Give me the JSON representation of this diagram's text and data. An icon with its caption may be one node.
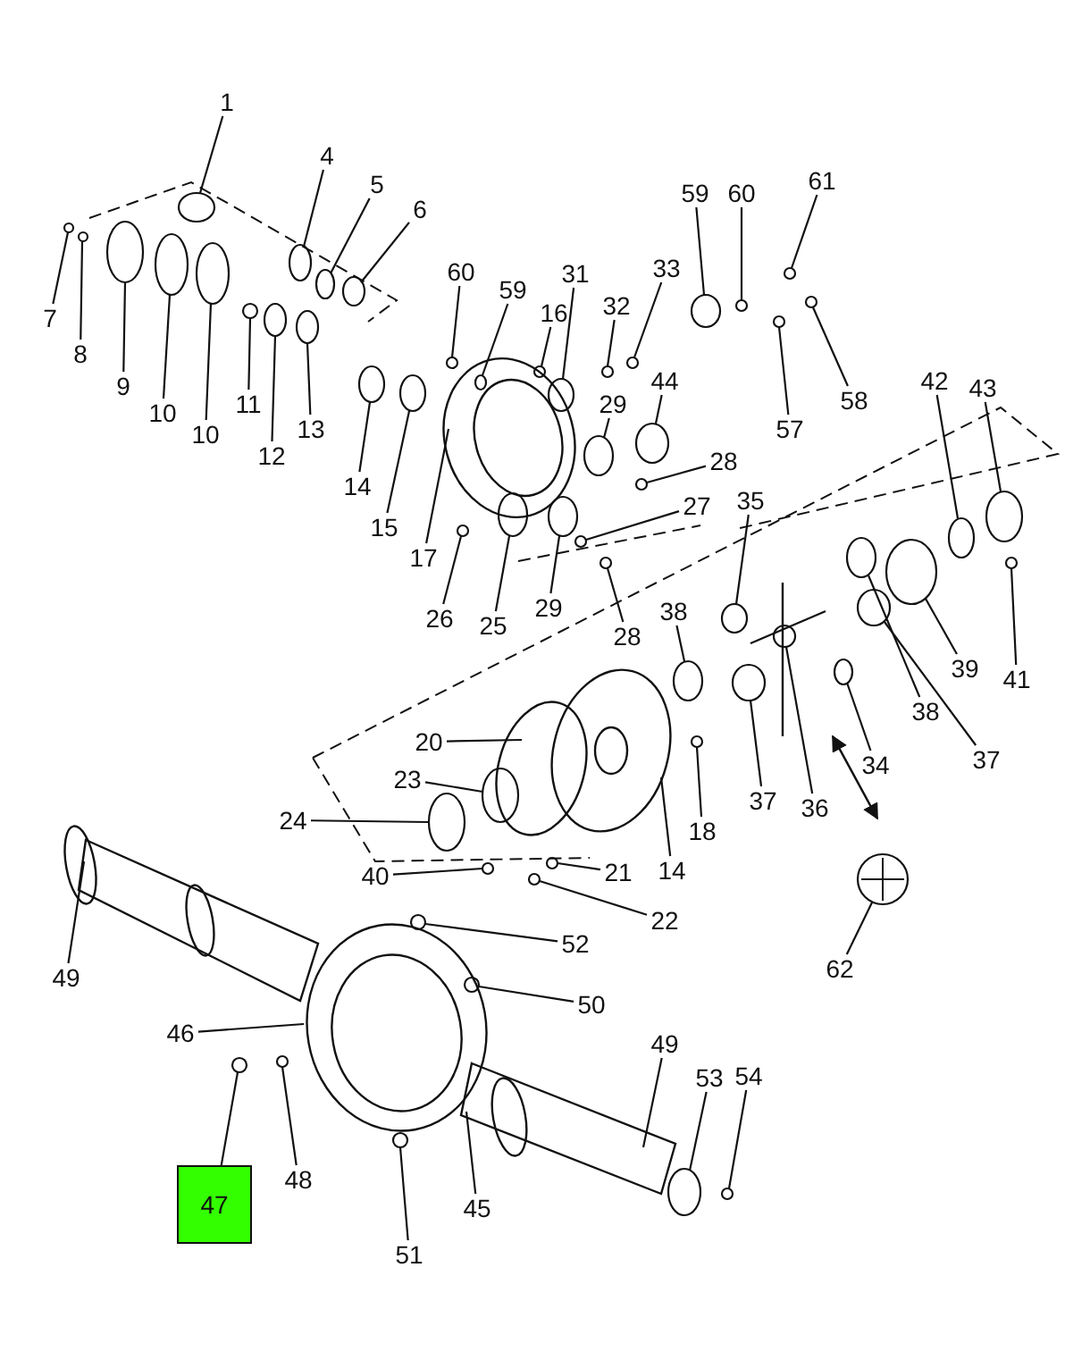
{
  "diagram": {
    "nodes": [
      {
        "text": [
          "1"
        ]
      },
      {
        "text": [
          "4"
        ]
      },
      {
        "text": [
          "5"
        ]
      },
      {
        "text": [
          "61"
        ]
      },
      {
        "text": [
          "59"
        ]
      },
      {
        "text": [
          "60"
        ]
      },
      {
        "text": [
          "6"
        ]
      },
      {
        "text": [
          "33"
        ]
      },
      {
        "text": [
          "60"
        ]
      },
      {
        "text": [
          "31"
        ]
      },
      {
        "text": [
          "59"
        ]
      },
      {
        "text": [
          "32"
        ]
      },
      {
        "text": [
          "16"
        ]
      },
      {
        "text": [
          "7"
        ]
      },
      {
        "text": [
          "8"
        ]
      },
      {
        "text": [
          "44"
        ]
      },
      {
        "text": [
          "42"
        ]
      },
      {
        "text": [
          "9"
        ]
      },
      {
        "text": [
          "43"
        ]
      },
      {
        "text": [
          "58"
        ]
      },
      {
        "text": [
          "29"
        ]
      },
      {
        "text": [
          "11"
        ]
      },
      {
        "text": [
          "10"
        ]
      },
      {
        "text": [
          "13"
        ]
      },
      {
        "text": [
          "57"
        ]
      },
      {
        "text": [
          "10"
        ]
      },
      {
        "text": [
          "12"
        ]
      },
      {
        "text": [
          "28"
        ]
      },
      {
        "text": [
          "14"
        ]
      },
      {
        "text": [
          "35"
        ]
      },
      {
        "text": [
          "27"
        ]
      },
      {
        "text": [
          "15"
        ]
      },
      {
        "text": [
          "17"
        ]
      },
      {
        "text": [
          "29"
        ]
      },
      {
        "text": [
          "38"
        ]
      },
      {
        "text": [
          "26"
        ]
      },
      {
        "text": [
          "25"
        ]
      },
      {
        "text": [
          "28"
        ]
      },
      {
        "text": [
          "39"
        ]
      },
      {
        "text": [
          "41"
        ]
      },
      {
        "text": [
          "38"
        ]
      },
      {
        "text": [
          "20"
        ]
      },
      {
        "text": [
          "37"
        ]
      },
      {
        "text": [
          "34"
        ]
      },
      {
        "text": [
          "23"
        ]
      },
      {
        "text": [
          "37"
        ]
      },
      {
        "text": [
          "36"
        ]
      },
      {
        "text": [
          "24"
        ]
      },
      {
        "text": [
          "18"
        ]
      },
      {
        "text": [
          "14"
        ]
      },
      {
        "text": [
          "21"
        ]
      },
      {
        "text": [
          "40"
        ]
      },
      {
        "text": [
          "22"
        ]
      },
      {
        "text": [
          "52"
        ]
      },
      {
        "text": [
          "62"
        ]
      },
      {
        "text": [
          "49"
        ]
      },
      {
        "text": [
          "50"
        ]
      },
      {
        "text": [
          "46"
        ]
      },
      {
        "text": [
          "49"
        ]
      },
      {
        "text": [
          "54"
        ]
      },
      {
        "text": [
          "53"
        ]
      },
      {
        "text": [
          "48"
        ]
      },
      {
        "text": [
          "47"
        ]
      },
      {
        "text": [
          "45"
        ]
      },
      {
        "text": [
          "51"
        ]
      },
      {
        "text": [],
        "shape": "circle"
      },
      {
        "text": [],
        "shape": "circle"
      },
      {
        "text": [],
        "shape": "circle"
      },
      {
        "text": [],
        "shape": "circle"
      },
      {
        "text": [],
        "shape": "circle"
      },
      {
        "text": [],
        "shape": "circle"
      },
      {
        "text": [],
        "shape": "circle"
      },
      {
        "text": [],
        "shape": "circle"
      },
      {
        "text": [],
        "shape": "circle"
      },
      {
        "text": [],
        "shape": "circle"
      },
      {
        "text": [],
        "shape": "circle"
      },
      {
        "text": [],
        "shape": "circle"
      },
      {
        "text": [],
        "shape": "circle"
      },
      {
        "text": [],
        "shape": "circle"
      },
      {
        "text": [],
        "shape": "circle"
      },
      {
        "text": [],
        "shape": "circle"
      },
      {
        "text": [],
        "shape": "circle"
      },
      {
        "text": [],
        "shape": "circle"
      },
      {
        "text": [],
        "shape": "circle"
      },
      {
        "text": [],
        "shape": "circle"
      },
      {
        "text": [],
        "shape": "circle"
      },
      {
        "text": [],
        "shape": "circle"
      },
      {
        "text": [],
        "shape": "circle"
      },
      {
        "text": [],
        "shape": "circle"
      },
      {
        "text": [],
        "shape": "circle"
      },
      {
        "text": [],
        "shape": "circle"
      },
      {
        "text": [],
        "shape": "circle"
      },
      {
        "text": [],
        "shape": "circle"
      },
      {
        "text": [],
        "shape": "circle"
      },
      {
        "text": [],
        "shape": "circle"
      },
      {
        "text": [],
        "shape": "circle"
      },
      {
        "text": [],
        "shape": "circle"
      },
      {
        "text": [],
        "shape": "circle"
      },
      {
        "text": [],
        "shape": "circle"
      },
      {
        "text": [],
        "shape": "circle"
      },
      {
        "text": [],
        "shape": "circle"
      },
      {
        "text": [],
        "shape": "circle"
      },
      {
        "text": [],
        "shape": "circle"
      },
      {
        "text": [],
        "shape": "circle"
      },
      {
        "text": [],
        "shape": "circle"
      },
      {
        "text": [],
        "shape": "circle"
      },
      {
        "text": [],
        "shape": "circle"
      },
      {
        "text": [],
        "shape": "circle"
      },
      {
        "text": [],
        "shape": "circle"
      },
      {
        "text": [],
        "shape": "circle"
      },
      {
        "text": [],
        "shape": "circle"
      },
      {
        "text": [],
        "shape": "circle"
      },
      {
        "text": [],
        "shape": "circle"
      },
      {
        "text": [],
        "shape": "circle"
      },
      {
        "text": [],
        "shape": "circle"
      },
      {
        "text": [],
        "shape": "circle"
      },
      {
        "text": [],
        "shape": "circle"
      },
      {
        "text": [],
        "shape": "circle"
      },
      {
        "text": [],
        "shape": "circle"
      },
      {
        "text": [],
        "shape": "circle"
      },
      {
        "text": [],
        "shape": "circle"
      },
      {
        "text": [],
        "shape": "circle"
      },
      {
        "text": [],
        "shape": "circle"
      }
    ],
    "edges": [
      {
        "from": 0,
        "to": 65,
        "arrow": "none"
      },
      {
        "from": 1,
        "to": 66,
        "arrow": "none"
      },
      {
        "from": 2,
        "to": 67,
        "arrow": "none"
      },
      {
        "from": 3,
        "to": 68,
        "arrow": "none"
      },
      {
        "from": 4,
        "to": 69,
        "arrow": "none"
      },
      {
        "from": 5,
        "to": 70,
        "arrow": "none"
      },
      {
        "from": 6,
        "to": 71,
        "arrow": "none"
      },
      {
        "from": 7,
        "to": 72,
        "arrow": "none"
      },
      {
        "from": 8,
        "to": 73,
        "arrow": "none"
      },
      {
        "from": 9,
        "to": 74,
        "arrow": "none"
      },
      {
        "from": 10,
        "to": 75,
        "arrow": "none"
      },
      {
        "from": 11,
        "to": 76,
        "arrow": "none"
      },
      {
        "from": 12,
        "to": 77,
        "arrow": "none"
      },
      {
        "from": 13,
        "to": 78,
        "arrow": "none"
      },
      {
        "from": 14,
        "to": 79,
        "arrow": "none"
      },
      {
        "from": 15,
        "to": 80,
        "arrow": "none"
      },
      {
        "from": 16,
        "to": 81,
        "arrow": "none"
      },
      {
        "from": 17,
        "to": 82,
        "arrow": "none"
      },
      {
        "from": 18,
        "to": 83,
        "arrow": "none"
      },
      {
        "from": 19,
        "to": 84,
        "arrow": "none"
      },
      {
        "from": 20,
        "to": 85,
        "arrow": "none"
      },
      {
        "from": 21,
        "to": 86,
        "arrow": "none"
      },
      {
        "from": 22,
        "to": 87,
        "arrow": "none"
      },
      {
        "from": 23,
        "to": 88,
        "arrow": "none"
      },
      {
        "from": 24,
        "to": 89,
        "arrow": "none"
      },
      {
        "from": 25,
        "to": 90,
        "arrow": "none"
      },
      {
        "from": 26,
        "to": 91,
        "arrow": "none"
      },
      {
        "from": 27,
        "to": 92,
        "arrow": "none"
      },
      {
        "from": 28,
        "to": 93,
        "arrow": "none"
      },
      {
        "from": 29,
        "to": 94,
        "arrow": "none"
      },
      {
        "from": 30,
        "to": 95,
        "arrow": "none"
      },
      {
        "from": 31,
        "to": 96,
        "arrow": "none"
      },
      {
        "from": 32,
        "to": null,
        "arrow": "none"
      },
      {
        "from": 33,
        "to": 97,
        "arrow": "none"
      },
      {
        "from": 34,
        "to": 98,
        "arrow": "none"
      },
      {
        "from": 35,
        "to": 99,
        "arrow": "none"
      },
      {
        "from": 36,
        "to": 100,
        "arrow": "none"
      },
      {
        "from": 37,
        "to": 101,
        "arrow": "none"
      },
      {
        "from": 38,
        "to": 102,
        "arrow": "none"
      },
      {
        "from": 39,
        "to": 103,
        "arrow": "none"
      },
      {
        "from": 40,
        "to": 104,
        "arrow": "none"
      },
      {
        "from": 41,
        "to": null,
        "arrow": "none"
      },
      {
        "from": 42,
        "to": 105,
        "arrow": "none"
      },
      {
        "from": 43,
        "to": 106,
        "arrow": "none"
      },
      {
        "from": 44,
        "to": 107,
        "arrow": "none"
      },
      {
        "from": 45,
        "to": 108,
        "arrow": "none"
      },
      {
        "from": 46,
        "to": 109,
        "arrow": "none"
      },
      {
        "from": 47,
        "to": 110,
        "arrow": "none"
      },
      {
        "from": 48,
        "to": 111,
        "arrow": "none"
      },
      {
        "from": 49,
        "to": null,
        "arrow": "none"
      },
      {
        "from": 50,
        "to": 112,
        "arrow": "none"
      },
      {
        "from": 51,
        "to": 113,
        "arrow": "none"
      },
      {
        "from": 52,
        "to": 114,
        "arrow": "none"
      },
      {
        "from": 53,
        "to": 115,
        "arrow": "none"
      },
      {
        "from": 54,
        "to": 116,
        "arrow": "none"
      },
      {
        "from": 55,
        "to": null,
        "arrow": "none"
      },
      {
        "from": 56,
        "to": 117,
        "arrow": "none"
      },
      {
        "from": 57,
        "to": null,
        "arrow": "none"
      },
      {
        "from": 58,
        "to": null,
        "arrow": "none"
      },
      {
        "from": 59,
        "to": 118,
        "arrow": "none"
      },
      {
        "from": 60,
        "to": 119,
        "arrow": "none"
      },
      {
        "from": 61,
        "to": 120,
        "arrow": "none"
      },
      {
        "from": 62,
        "to": 121,
        "arrow": "none"
      },
      {
        "from": 63,
        "to": null,
        "arrow": "none"
      },
      {
        "from": 64,
        "to": 122,
        "arrow": "none"
      }
    ]
  }
}
